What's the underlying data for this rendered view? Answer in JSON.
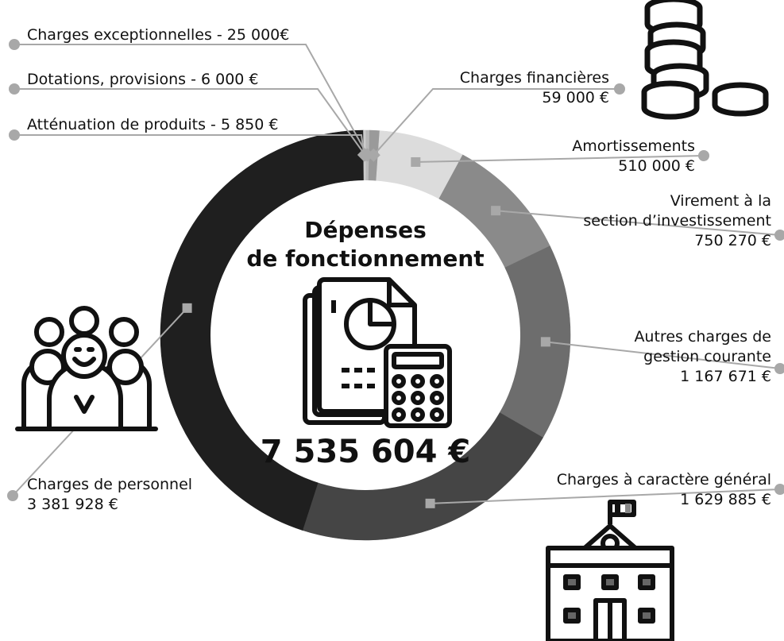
{
  "chart_data": {
    "type": "donut",
    "title_line1": "Dépenses",
    "title_line2": "de fonctionnement",
    "total": "7 535 604 €",
    "slices": [
      {
        "key": "excep",
        "name": "Charges exceptionnelles",
        "value": 25000,
        "color": "#b9b9b9",
        "label_lines": [
          "Charges exceptionnelles - 25 000€"
        ]
      },
      {
        "key": "fin",
        "name": "Charges financières",
        "value": 59000,
        "color": "#9a9a9a",
        "label_lines": [
          "Charges financières",
          "59 000 €"
        ]
      },
      {
        "key": "amort",
        "name": "Amortissements",
        "value": 510000,
        "color": "#dcdcdc",
        "label_lines": [
          "Amortissements",
          "510 000 €"
        ]
      },
      {
        "key": "vir",
        "name": "Virement à la section d’investissement",
        "value": 750270,
        "color": "#8a8a8a",
        "label_lines": [
          "Virement à la",
          "section d’investissement",
          "750 270 €"
        ]
      },
      {
        "key": "autres",
        "name": "Autres charges de gestion courante",
        "value": 1167671,
        "color": "#6d6d6d",
        "label_lines": [
          "Autres charges de",
          "gestion courante",
          "1 167 671 €"
        ]
      },
      {
        "key": "gen",
        "name": "Charges à caractère général",
        "value": 1629885,
        "color": "#454545",
        "label_lines": [
          "Charges à caractère général",
          "1 629 885 €"
        ]
      },
      {
        "key": "pers",
        "name": "Charges de personnel",
        "value": 3381928,
        "color": "#1f1f1f",
        "label_lines": [
          "Charges de personnel",
          "3 381 928 €"
        ]
      },
      {
        "key": "att",
        "name": "Atténuation de produits",
        "value": 5850,
        "color": "#c4c4c4",
        "label_lines": [
          "Atténuation de produits - 5 850 €"
        ]
      },
      {
        "key": "dot",
        "name": "Dotations, provisions",
        "value": 6000,
        "color": "#cfcfcf",
        "label_lines": [
          "Dotations, provisions - 6 000 €"
        ]
      }
    ]
  },
  "icons": {
    "coins": "coins-icon",
    "people": "people-group-icon",
    "documents": "documents-calculator-icon",
    "building": "town-hall-icon"
  }
}
